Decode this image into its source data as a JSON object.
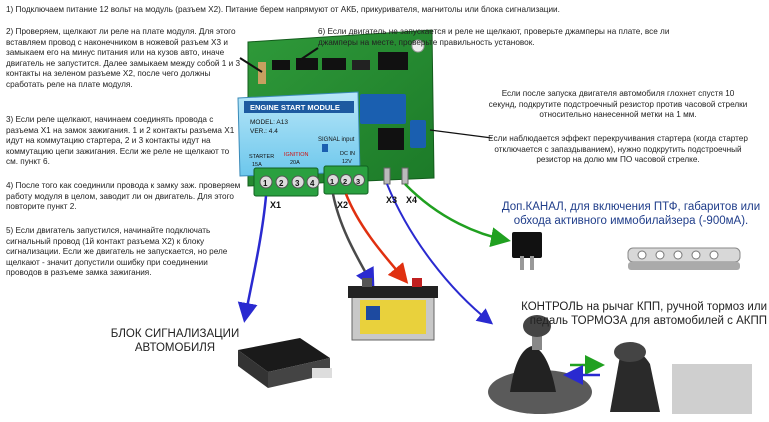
{
  "instructions": {
    "step1": "1) Подключаем питание 12 вольт на модуль (разъем Х2). Питание берем напрямуют от АКБ, прикуривателя, магнитолы или блока сигнализации.",
    "step2": "2) Проверяем, щелкают ли реле на плате модуля. Для этого вставляем провод с наконечником в ножевой разъем Х3 и замыкаем его на минус питания или на кузов авто, иначе двигатель не запустится. Далее замыкаем между собой 1 и 3 контакты на зеленом разъеме Х2, после чего должны сработать реле на плате модуля.",
    "step3": "3) Если реле щелкают, начинаем соединять провода с разъема Х1 на замок зажигания. 1 и 2 контакты разъема Х1 идут на коммутацию стартера, 2 и 3 контакты идут на коммутацию цепи зажигания. Если же реле не щелкают то см. пункт 6.",
    "step4": "4) После того как соединили провода к замку заж. проверяем работу модуля в целом, заводит ли он двигатель. Для этого повторите пункт 2.",
    "step5": "5) Если двигатель запустился, начинайте подключать сигнальный провод (1й контакт разъема Х2) к блоку сигнализации. Если же двигатель не запускается, но реле щелкают - значит допустили ошибку при соединении проводов в разъеме замка зажигания.",
    "step6": "6) Если двигатель не запускается и реле не щелкают, проверьте джамперы на плате, все ли джамперы на месте, проверьте правильность установок.",
    "note_stall": "Если после запуска двигателя автомобиля глохнет спустя 10 секунд, подкрутите подстроечный резистор против часовой стрелки относительно нанесенной метки на 1 мм.",
    "note_overlap": "Если наблюдается эффект перекручивания стартера (когда стартер отключается с запаздыванием), нужно подкрутить подстроечный резистор на долю мм ПО часовой стрелке."
  },
  "labels": {
    "aux_channel": "Доп.КАНАЛ, для включения ПТФ, габаритов или обхода активного иммобилайзера (-900мА).",
    "control": "КОНТРОЛЬ на рычаг КПП, ручной тормоз или педаль ТОРМОЗА для автомобилей с АКПП",
    "alarm_block": "БЛОК СИГНАЛИЗАЦИИ АВТОМОБИЛЯ",
    "x1": "X1",
    "x2": "X2",
    "x3": "X3",
    "x4": "X4"
  },
  "module": {
    "title": "ENGINE START MODULE",
    "model": "MODEL: A13",
    "version": "VER.: 4.4",
    "signal": "SIGNAL input",
    "dc_in": "DC IN",
    "dc_v": "12V",
    "starter": "STARTER",
    "starter_a": "15A",
    "ignition": "IGNITION",
    "ignition_a": "20A",
    "pins": [
      "1",
      "2",
      "3",
      "4",
      "1",
      "2",
      "3"
    ]
  }
}
